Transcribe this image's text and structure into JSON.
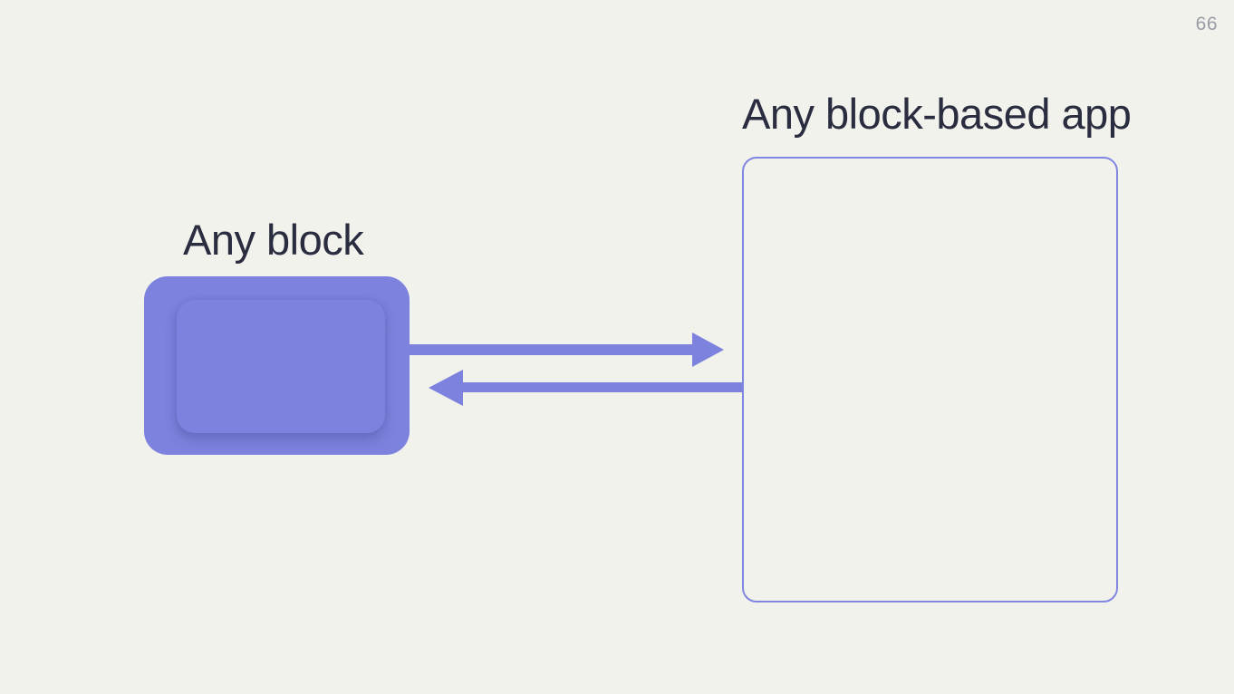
{
  "slide": {
    "page_number": "66",
    "background_color": "#f1f2ec",
    "accent_color": "#7d82de",
    "text_color": "#2a2d3f",
    "diagram": {
      "block": {
        "label": "Any block",
        "fill_color": "#7d82de",
        "shape": "rounded-rectangle-with-embossed-inner-surface"
      },
      "app": {
        "label": "Any block-based app",
        "border_color": "#8186e0",
        "shape": "rounded-rectangle-outline"
      },
      "arrows": [
        {
          "name": "block-to-app-arrow",
          "direction": "right",
          "color": "#7d82de"
        },
        {
          "name": "app-to-block-arrow",
          "direction": "left",
          "color": "#7d82de"
        }
      ]
    }
  }
}
